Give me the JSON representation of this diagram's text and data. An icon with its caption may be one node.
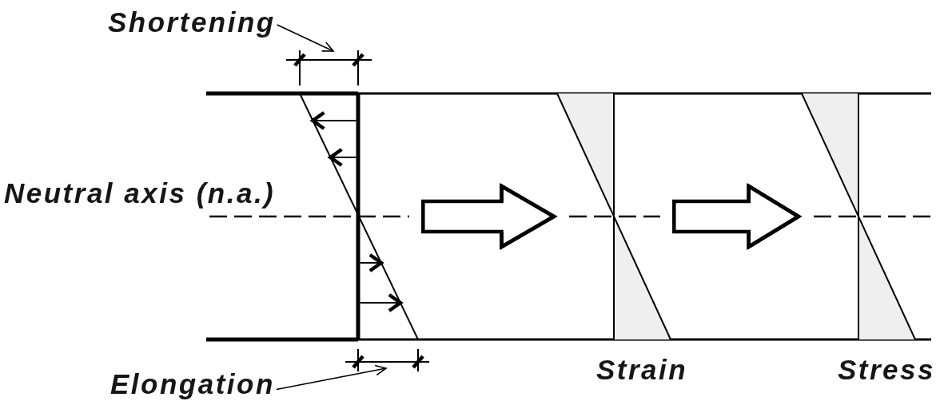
{
  "diagram": {
    "nodes": [
      {
        "text": [
          "Shortening"
        ]
      },
      {
        "text": [],
        "shape": "picture"
      },
      {
        "text": [
          "Strain"
        ]
      },
      {
        "text": [
          "Stress"
        ]
      },
      {
        "text": [
          "Elongation"
        ]
      }
    ],
    "edges": [
      {
        "from": 0,
        "to": null,
        "arrow": "to"
      },
      {
        "from": 1,
        "to": 2,
        "arrow": "to",
        "style": "thick"
      },
      {
        "from": 2,
        "to": 3,
        "arrow": "to",
        "style": "thick"
      },
      {
        "from": 4,
        "to": null,
        "arrow": "to"
      }
    ],
    "labels": [
      "Neutral axis (n.a.)"
    ]
  }
}
